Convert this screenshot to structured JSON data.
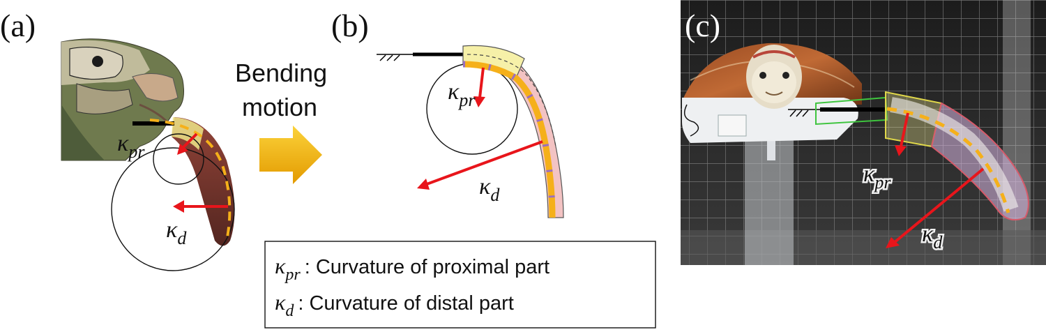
{
  "panels": {
    "a": {
      "label": "(a)"
    },
    "b": {
      "label": "(b)"
    },
    "c": {
      "label": "(c)"
    }
  },
  "arrow": {
    "line1": "Bending",
    "line2": "motion"
  },
  "symbols": {
    "kappa": "κ",
    "pr": "pr",
    "d": "d"
  },
  "legend": {
    "row1": {
      "symbol": "κ",
      "sub": "pr",
      "text": ": Curvature of proximal part"
    },
    "row2": {
      "symbol": "κ",
      "sub": "d",
      "text": ": Curvature of distal part"
    }
  },
  "colors": {
    "arrow_red": "#e8151b",
    "dash_orange": "#f5b01a",
    "big_arrow_gold": "#f2b200",
    "proximal_yellow": "#f6f0a8",
    "distal_pink": "#f3c3c3"
  }
}
